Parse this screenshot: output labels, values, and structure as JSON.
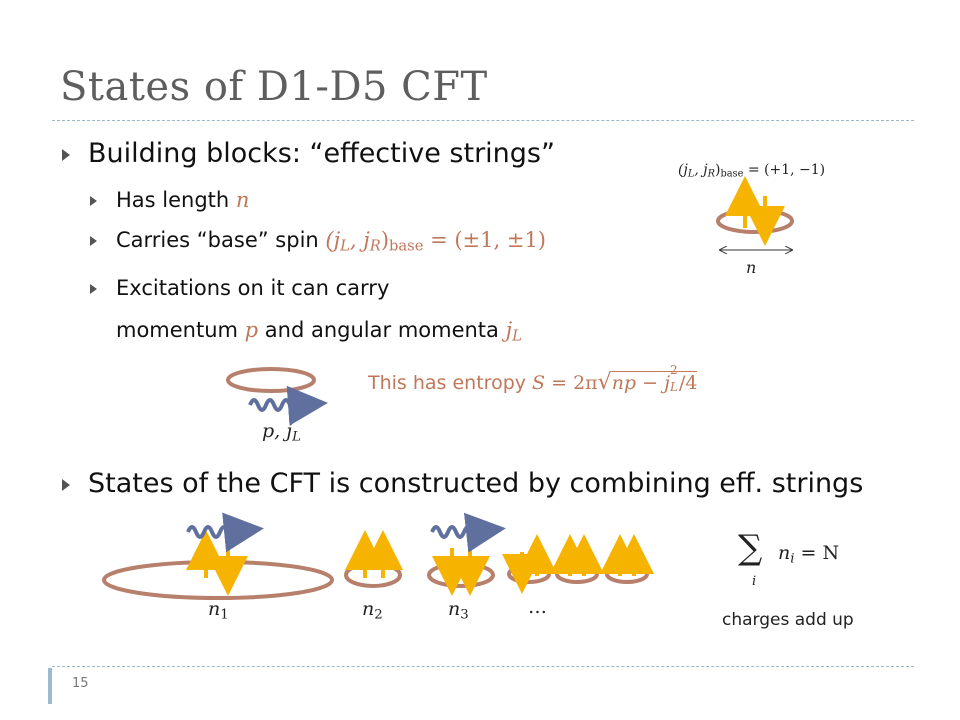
{
  "title": "States of D1-D5 CFT",
  "page_number": "15",
  "bullets": {
    "b1": "Building blocks: “effective strings”",
    "b1_1_text": "Has length ",
    "b1_1_math": "n",
    "b1_2_text": "Carries “base” spin ",
    "b1_2_math": "(j",
    "b1_2_math2": "L",
    "b1_2_math3": ", j",
    "b1_2_math4": "R",
    "b1_2_math5": ")",
    "b1_2_math6": "base",
    "b1_2_math7": " = (±1, ±1)",
    "b1_3_line1": "Excitations on it can carry",
    "b1_3_line2a": "momentum ",
    "b1_3_line2b": "p",
    "b1_3_line2c": " and angular momenta ",
    "b1_3_line2d": "j",
    "b1_3_line2e": "L",
    "b2": "States of the CFT is constructed by combining eff. strings"
  },
  "figure_top": {
    "spin_label_a": "(j",
    "spin_label_b": "L",
    "spin_label_c": ", j",
    "spin_label_d": "R",
    "spin_label_e": ")",
    "spin_label_f": "base",
    "spin_label_g": " = (+1, −1)",
    "length_label": "n"
  },
  "entropy": {
    "prefix": "This has entropy ",
    "formula_a": "S",
    "formula_b": " = 2π",
    "formula_c": "np − j",
    "formula_d": "L",
    "formula_e": "2",
    "formula_f": "/4",
    "wave_label_a": "p, j",
    "wave_label_b": "L"
  },
  "bottom": {
    "n1": "n",
    "n1_sub": "1",
    "n2": "n",
    "n2_sub": "2",
    "n3": "n",
    "n3_sub": "3",
    "ellipsis": "…",
    "sum_symbol": "∑",
    "sum_index": "i",
    "sum_a": "n",
    "sum_b": "i",
    "sum_c": " = N",
    "charges": "charges add up"
  },
  "colors": {
    "ring": "#b7806c",
    "arrow": "#f6b400",
    "wave": "#5f6f9e",
    "math": "#c0775a",
    "rule": "#9bb7c9"
  }
}
